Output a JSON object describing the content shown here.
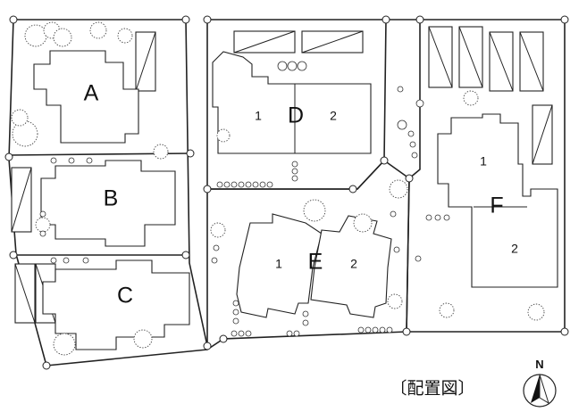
{
  "title": "〔配置図〕",
  "north_label": "N",
  "lots": [
    {
      "id": "A",
      "label": "A",
      "units": []
    },
    {
      "id": "B",
      "label": "B",
      "units": []
    },
    {
      "id": "C",
      "label": "C",
      "units": []
    },
    {
      "id": "D",
      "label": "D",
      "units": [
        "1",
        "2"
      ]
    },
    {
      "id": "E",
      "label": "E",
      "units": [
        "1",
        "2"
      ]
    },
    {
      "id": "F",
      "label": "F",
      "units": [
        "1",
        "2"
      ]
    }
  ]
}
